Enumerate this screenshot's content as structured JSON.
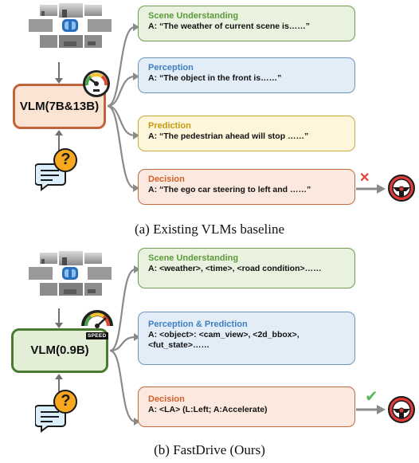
{
  "panel_a": {
    "model_label": "VLM(7B&13B)",
    "caption": "(a) Existing VLMs baseline",
    "boxes": [
      {
        "title": "Scene Understanding",
        "answer": "A: “The weather of current scene is……”"
      },
      {
        "title": "Perception",
        "answer": "A: “The object in the front is……”"
      },
      {
        "title": "Prediction",
        "answer": "A: “The pedestrian ahead will stop ……”"
      },
      {
        "title": "Decision",
        "answer": "A: “The ego car steering to left and ……”"
      }
    ]
  },
  "panel_b": {
    "model_label": "VLM(0.9B)",
    "speed_badge": "SPEED",
    "caption": "(b) FastDrive (Ours)",
    "boxes": [
      {
        "title": "Scene Understanding",
        "answer": "A: <weather>, <time>, <road condition>……"
      },
      {
        "title": "Perception & Prediction",
        "answer": "A: <object>: <cam_view>, <2d_bbox>,",
        "answer2": "<fut_state>……"
      },
      {
        "title": "Decision",
        "answer": "A: <LA> (L:Left; A:Accelerate)"
      }
    ]
  },
  "icons": {
    "question": "?",
    "cross": "✕",
    "check": "✔"
  },
  "colors": {
    "green_title": "#5c9a3a",
    "blue_title": "#3f7fc0",
    "yellow_title": "#c89a10",
    "orange_title": "#d0602c",
    "vlm_a_border": "#c0643a",
    "vlm_b_border": "#4a7a32",
    "cross": "#e0403a",
    "check": "#5cb85c"
  }
}
